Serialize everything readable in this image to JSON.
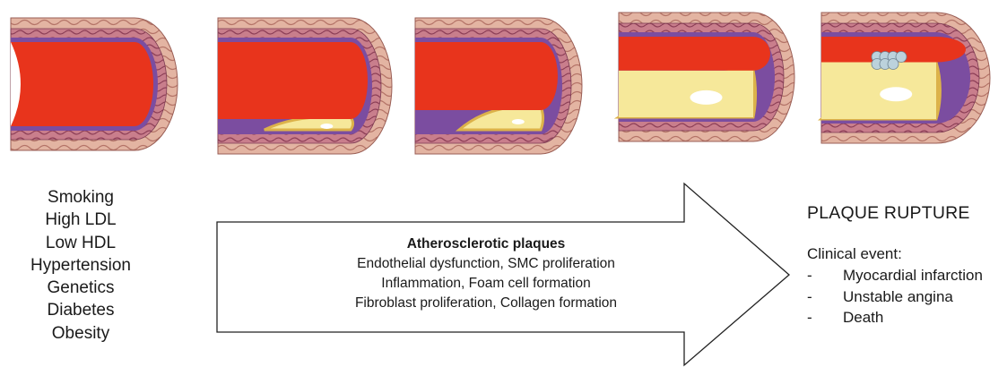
{
  "risk_factors": [
    "Smoking",
    "High LDL",
    "Low HDL",
    "Hypertension",
    "Genetics",
    "Diabetes",
    "Obesity"
  ],
  "arrow": {
    "title": "Atherosclerotic plaques",
    "lines": [
      "Endothelial dysfunction, SMC proliferation",
      "Inflammation, Foam cell formation",
      "Fibroblast proliferation, Collagen formation"
    ]
  },
  "outcome": {
    "title": "PLAQUE RUPTURE",
    "subtitle": "Clinical event:",
    "events": [
      "Myocardial infarction",
      "Unstable angina",
      "Death"
    ],
    "bullet": "-"
  },
  "colors": {
    "blood": "#e8341c",
    "wall_outer": "#d9a490",
    "wall_media": "#a0566f",
    "intima": "#7b4da0",
    "plaque": "#f6e89a",
    "cap": "#dcb24a",
    "thrombus": "#bcd2dc"
  },
  "stages": [
    "stage-1-healthy",
    "stage-2-early-plaque",
    "stage-3-growing-plaque",
    "stage-4-advanced-plaque",
    "stage-5-rupture"
  ]
}
